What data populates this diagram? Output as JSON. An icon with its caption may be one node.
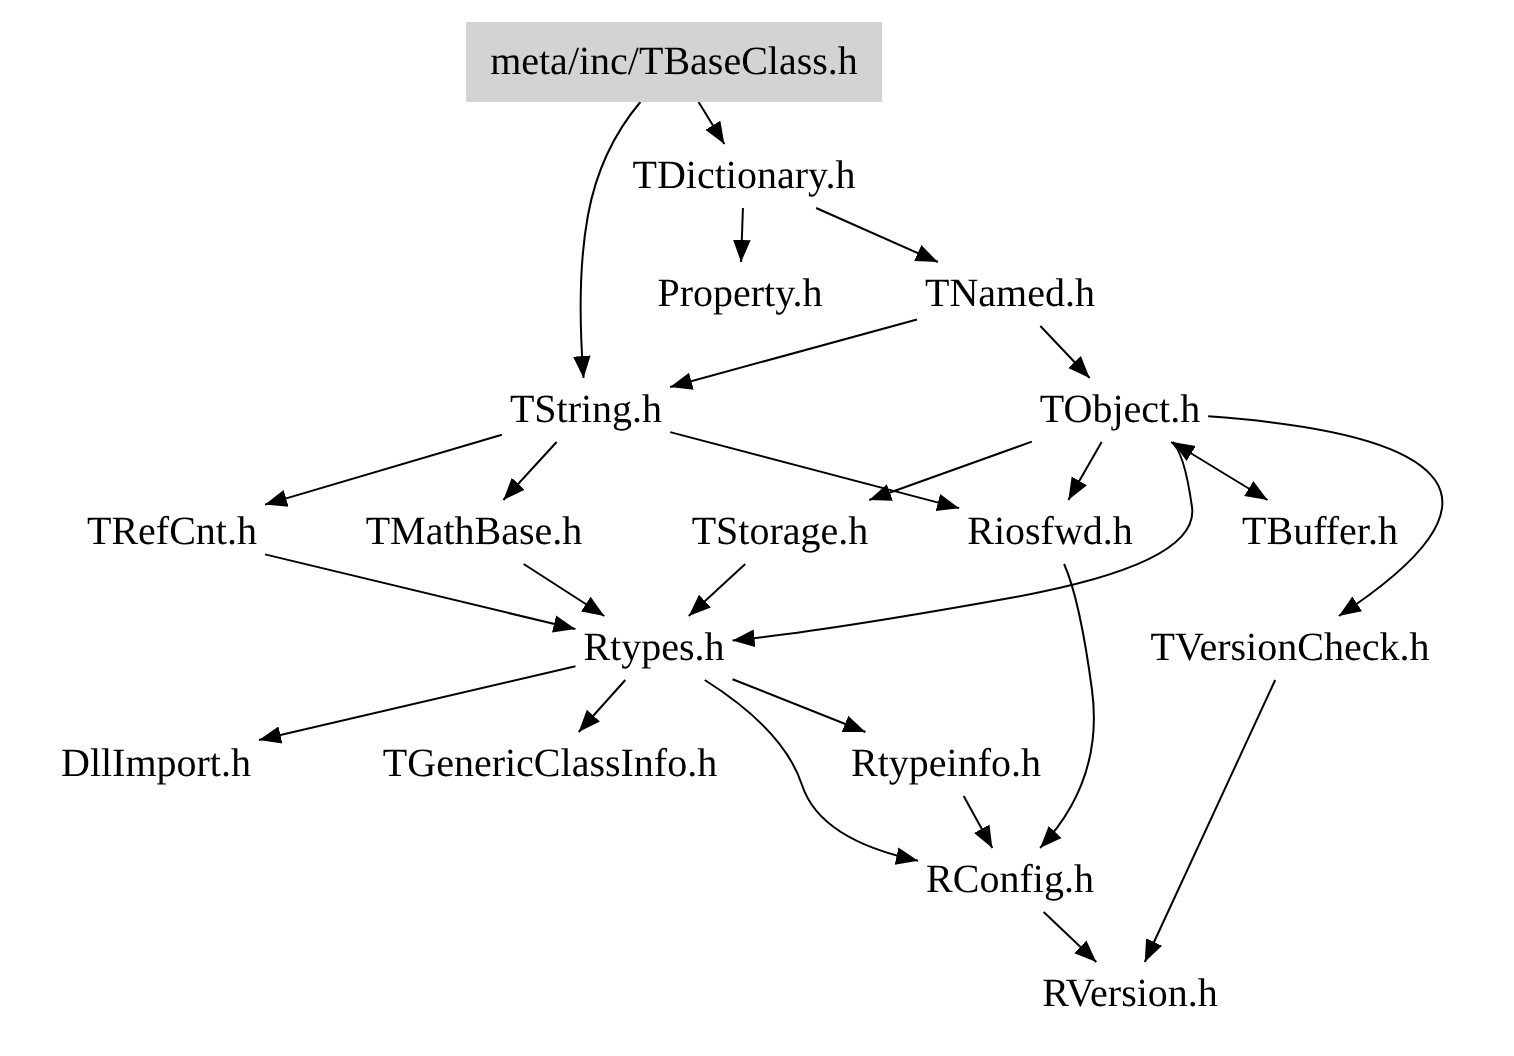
{
  "diagram": {
    "nodes": [
      {
        "text": [
          "meta/inc/TBaseClass.h"
        ]
      },
      {
        "text": [
          "TDictionary.h"
        ]
      },
      {
        "text": [
          "Property.h"
        ]
      },
      {
        "text": [
          "TNamed.h"
        ]
      },
      {
        "text": [
          "TString.h"
        ]
      },
      {
        "text": [
          "TObject.h"
        ]
      },
      {
        "text": [
          "TRefCnt.h"
        ]
      },
      {
        "text": [
          "TMathBase.h"
        ]
      },
      {
        "text": [
          "TStorage.h"
        ]
      },
      {
        "text": [
          "Riosfwd.h"
        ]
      },
      {
        "text": [
          "TBuffer.h"
        ]
      },
      {
        "text": [
          "Rtypes.h"
        ]
      },
      {
        "text": [
          "TVersionCheck.h"
        ]
      },
      {
        "text": [
          "DllImport.h"
        ]
      },
      {
        "text": [
          "TGenericClassInfo.h"
        ]
      },
      {
        "text": [
          "Rtypeinfo.h"
        ]
      },
      {
        "text": [
          "RConfig.h"
        ]
      },
      {
        "text": [
          "RVersion.h"
        ]
      }
    ],
    "edges": [
      {
        "from": 0,
        "to": 1,
        "arrow": "to"
      },
      {
        "from": 0,
        "to": 4,
        "arrow": "to"
      },
      {
        "from": 1,
        "to": 2,
        "arrow": "to"
      },
      {
        "from": 1,
        "to": 3,
        "arrow": "to"
      },
      {
        "from": 3,
        "to": 4,
        "arrow": "to"
      },
      {
        "from": 3,
        "to": 5,
        "arrow": "to"
      },
      {
        "from": 4,
        "to": 6,
        "arrow": "to"
      },
      {
        "from": 4,
        "to": 7,
        "arrow": "to"
      },
      {
        "from": 4,
        "to": 9,
        "arrow": "to"
      },
      {
        "from": 5,
        "to": 8,
        "arrow": "to"
      },
      {
        "from": 5,
        "to": 9,
        "arrow": "to"
      },
      {
        "from": 5,
        "to": 10,
        "arrow": "both"
      },
      {
        "from": 5,
        "to": 11,
        "arrow": "to"
      },
      {
        "from": 5,
        "to": 12,
        "arrow": "to"
      },
      {
        "from": 6,
        "to": 11,
        "arrow": "to"
      },
      {
        "from": 7,
        "to": 11,
        "arrow": "to"
      },
      {
        "from": 8,
        "to": 11,
        "arrow": "to"
      },
      {
        "from": 9,
        "to": 16,
        "arrow": "to"
      },
      {
        "from": 11,
        "to": 13,
        "arrow": "to"
      },
      {
        "from": 11,
        "to": 14,
        "arrow": "to"
      },
      {
        "from": 11,
        "to": 15,
        "arrow": "to"
      },
      {
        "from": 11,
        "to": 16,
        "arrow": "to"
      },
      {
        "from": 12,
        "to": 17,
        "arrow": "to"
      },
      {
        "from": 15,
        "to": 16,
        "arrow": "to"
      },
      {
        "from": 16,
        "to": 17,
        "arrow": "to"
      }
    ]
  }
}
